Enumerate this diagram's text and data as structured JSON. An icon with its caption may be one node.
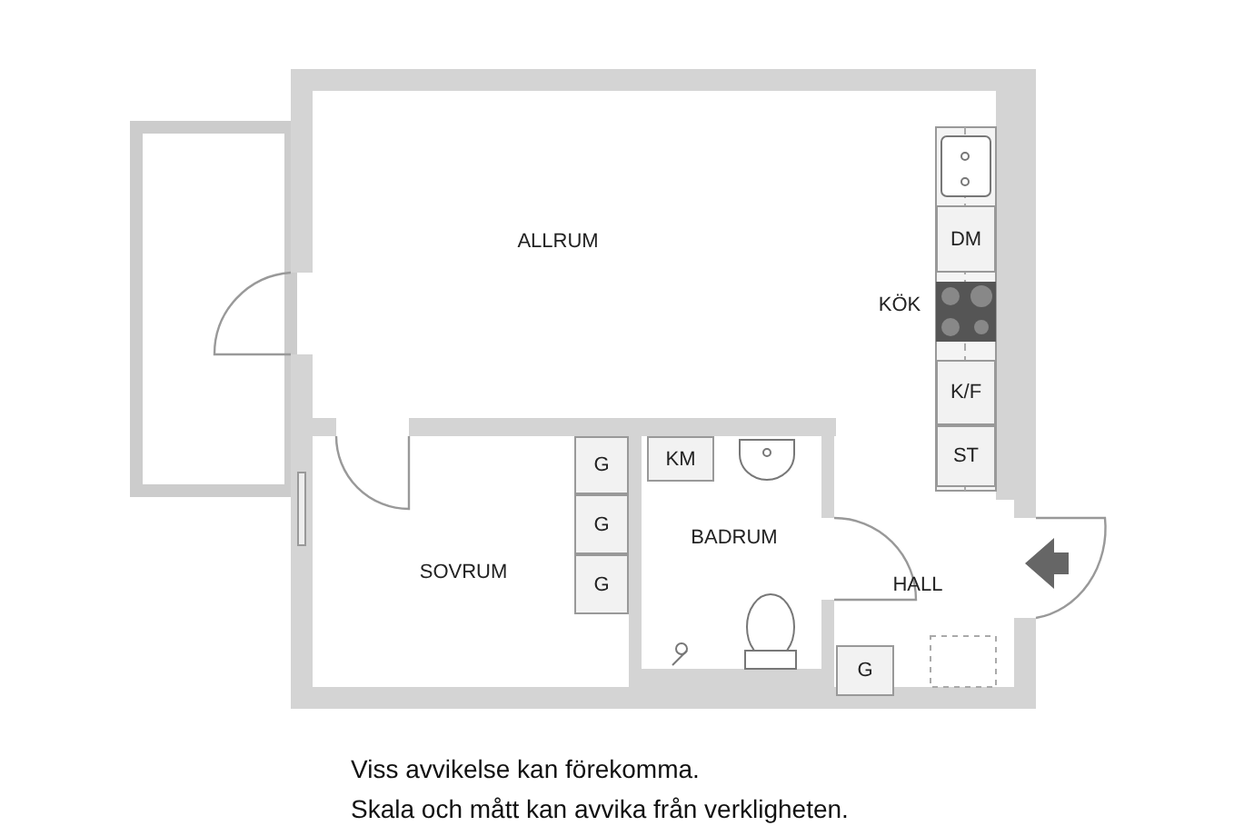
{
  "diagram": {
    "nodes": [
      {
        "text": [
          "ALLRUM"
        ]
      },
      {
        "text": [
          "DM"
        ]
      },
      {
        "text": [
          "K/F"
        ]
      },
      {
        "text": [
          "ST"
        ]
      },
      {
        "text": [
          "SOVRUM"
        ]
      },
      {
        "text": [
          "G"
        ],
        "in": 4
      },
      {
        "text": [
          "G"
        ],
        "in": 4
      },
      {
        "text": [
          "G"
        ],
        "in": 4
      },
      {
        "text": [
          "BADRUM"
        ]
      },
      {
        "text": [
          "KM"
        ],
        "in": 8
      },
      {
        "text": [
          "HALL"
        ]
      },
      {
        "text": [
          "G"
        ],
        "in": 10
      }
    ],
    "labels": [
      "KÖK",
      "Viss avvikelse kan förekomma.",
      "Skala och mått kan avvika från verkligheten."
    ]
  }
}
